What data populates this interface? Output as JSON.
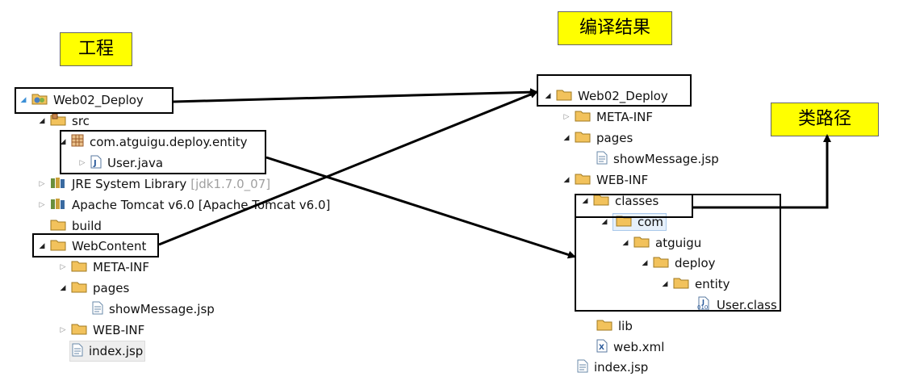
{
  "labels": {
    "project": "工程",
    "compiled": "编译结果",
    "classpath": "类路径"
  },
  "left_tree": [
    {
      "label": "Web02_Deploy",
      "icon": "project-icon",
      "toggle": "open"
    },
    {
      "label": "src",
      "icon": "source-folder-icon",
      "toggle": "open"
    },
    {
      "label": "com.atguigu.deploy.entity",
      "icon": "package-icon",
      "toggle": "open"
    },
    {
      "label": "User.java",
      "icon": "java-file-icon",
      "toggle": "closed"
    },
    {
      "label": "JRE System Library",
      "extra": "[jdk1.7.0_07]",
      "icon": "library-icon",
      "toggle": "closed"
    },
    {
      "label": "Apache Tomcat v6.0 [Apache Tomcat v6.0]",
      "icon": "library-icon",
      "toggle": "closed"
    },
    {
      "label": "build",
      "icon": "folder-icon",
      "toggle": "none"
    },
    {
      "label": "WebContent",
      "icon": "folder-icon",
      "toggle": "open"
    },
    {
      "label": "META-INF",
      "icon": "folder-icon",
      "toggle": "closed"
    },
    {
      "label": "pages",
      "icon": "folder-icon",
      "toggle": "open"
    },
    {
      "label": "showMessage.jsp",
      "icon": "jsp-file-icon",
      "toggle": "none"
    },
    {
      "label": "WEB-INF",
      "icon": "folder-icon",
      "toggle": "closed"
    },
    {
      "label": "index.jsp",
      "icon": "jsp-file-icon",
      "toggle": "none"
    }
  ],
  "right_tree": [
    {
      "label": "Web02_Deploy",
      "icon": "folder-icon",
      "toggle": "open"
    },
    {
      "label": "META-INF",
      "icon": "folder-icon",
      "toggle": "closed"
    },
    {
      "label": "pages",
      "icon": "folder-icon",
      "toggle": "open"
    },
    {
      "label": "showMessage.jsp",
      "icon": "jsp-file-icon",
      "toggle": "none"
    },
    {
      "label": "WEB-INF",
      "icon": "folder-icon",
      "toggle": "open"
    },
    {
      "label": "classes",
      "icon": "folder-icon",
      "toggle": "open"
    },
    {
      "label": "com",
      "icon": "folder-icon",
      "toggle": "open"
    },
    {
      "label": "atguigu",
      "icon": "folder-icon",
      "toggle": "open"
    },
    {
      "label": "deploy",
      "icon": "folder-icon",
      "toggle": "open"
    },
    {
      "label": "entity",
      "icon": "folder-icon",
      "toggle": "open"
    },
    {
      "label": "User.class",
      "icon": "class-file-icon",
      "toggle": "none"
    },
    {
      "label": "lib",
      "icon": "folder-icon",
      "toggle": "none"
    },
    {
      "label": "web.xml",
      "icon": "xml-file-icon",
      "toggle": "none"
    },
    {
      "label": "index.jsp",
      "icon": "jsp-file-icon",
      "toggle": "none"
    }
  ],
  "colors": {
    "label_fill": "#ffff00",
    "folder": "#f2c25c",
    "highlight": "#e6f0fb",
    "library_jar": "#6a8f3c"
  }
}
